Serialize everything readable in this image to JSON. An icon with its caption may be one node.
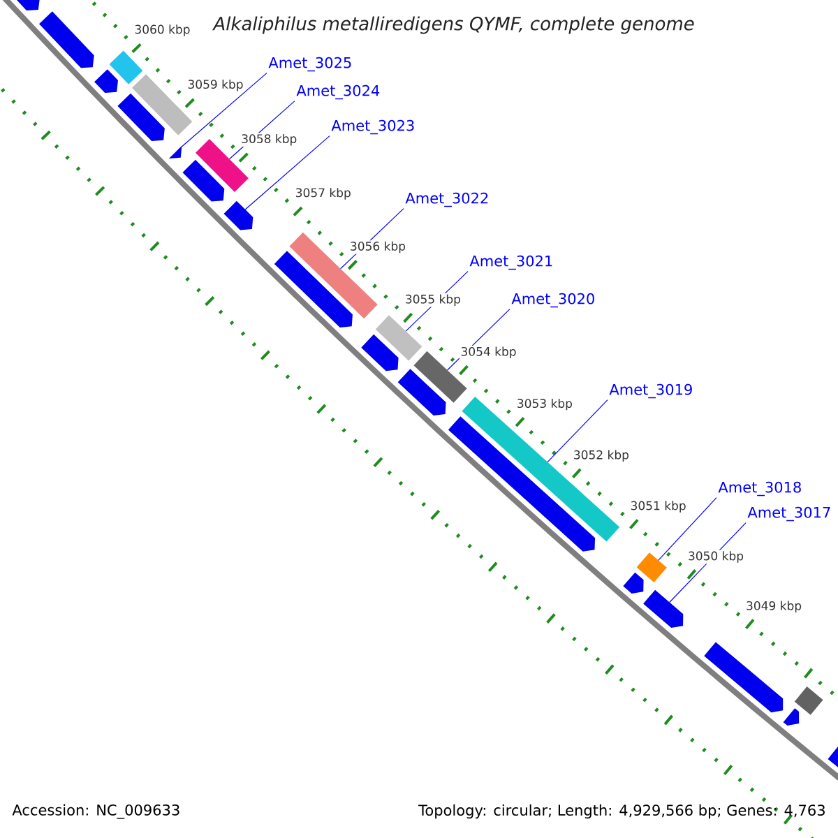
{
  "diagram": {
    "title": "Alkaliphilus metalliredigens QYMF, complete genome",
    "nodes": [
      {
        "text": [
          "Amet_3025"
        ]
      },
      {
        "text": [
          "Amet_3024"
        ]
      },
      {
        "text": [
          "Amet_3023"
        ]
      },
      {
        "text": [
          "Amet_3022"
        ]
      },
      {
        "text": [
          "Amet_3021"
        ]
      },
      {
        "text": [
          "Amet_3020"
        ]
      },
      {
        "text": [
          "Amet_3019"
        ]
      },
      {
        "text": [
          "Amet_3018"
        ]
      },
      {
        "text": [
          "Amet_3017"
        ]
      },
      {
        "text": [],
        "shape": "arrow"
      },
      {
        "text": [],
        "shape": "bar"
      },
      {
        "text": [],
        "shape": "arrow"
      },
      {
        "text": [],
        "shape": "bar"
      },
      {
        "text": [],
        "shape": "bar"
      },
      {
        "text": [],
        "shape": "bar"
      },
      {
        "text": [],
        "shape": "bar"
      },
      {
        "text": [],
        "shape": "bar"
      },
      {
        "text": [],
        "shape": "arrow"
      },
      {
        "text": [],
        "shape": "arrow"
      },
      {
        "text": [],
        "shape": "arrow"
      },
      {
        "text": [],
        "shape": "arrow"
      },
      {
        "text": [],
        "shape": "arrow"
      },
      {
        "text": [],
        "shape": "arrow"
      },
      {
        "text": [],
        "shape": "arrow"
      },
      {
        "text": [],
        "shape": "arrow"
      },
      {
        "text": [],
        "shape": "arrow"
      },
      {
        "text": [],
        "shape": "arrow"
      },
      {
        "text": [],
        "shape": "arrow"
      },
      {
        "text": [],
        "shape": "arrow"
      },
      {
        "text": [],
        "shape": "arrow"
      },
      {
        "text": [],
        "shape": "arrow"
      },
      {
        "text": [],
        "shape": "bar"
      },
      {
        "text": [],
        "shape": "bar"
      },
      {
        "text": [],
        "shape": "bar"
      }
    ],
    "edges": [
      {
        "from": 0,
        "to": 9,
        "arrow": "none"
      },
      {
        "from": 1,
        "to": 10,
        "arrow": "none"
      },
      {
        "from": 2,
        "to": 11,
        "arrow": "none"
      },
      {
        "from": 3,
        "to": 12,
        "arrow": "none"
      },
      {
        "from": 4,
        "to": 13,
        "arrow": "none"
      },
      {
        "from": 5,
        "to": 14,
        "arrow": "none"
      },
      {
        "from": 6,
        "to": 15,
        "arrow": "none"
      },
      {
        "from": 7,
        "to": 16,
        "arrow": "none"
      },
      {
        "from": 8,
        "to": 17,
        "arrow": "none"
      }
    ],
    "labels": [
      "3060 kbp",
      "3059 kbp",
      "3058 kbp",
      "3057 kbp",
      "3056 kbp",
      "3055 kbp",
      "3054 kbp",
      "3053 kbp",
      "3052 kbp",
      "3051 kbp",
      "3050 kbp",
      "3049 kbp",
      "Accession: NC_009633",
      "Topology: circular; Length: 4,929,566 bp; Genes: 4,763"
    ]
  }
}
